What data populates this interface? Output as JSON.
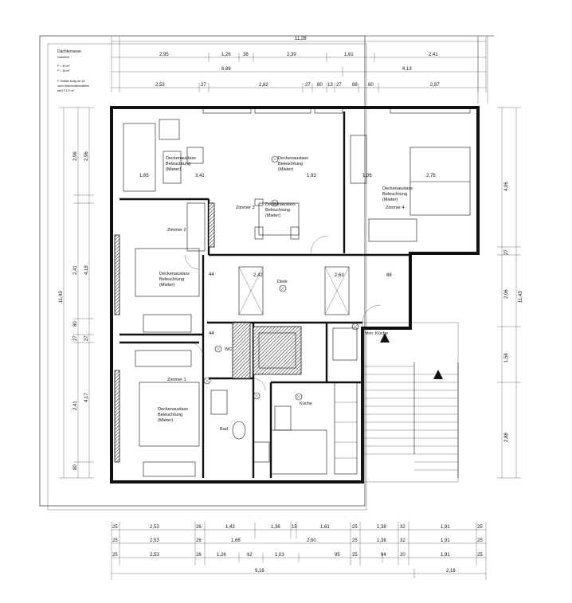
{
  "top_dimensions": {
    "row1": [
      "11,28"
    ],
    "row2": [
      "2,95",
      "1,26",
      "38",
      "2,39",
      "1,61",
      "2,41"
    ],
    "row3": [
      "6,88",
      "4,13"
    ],
    "row4": [
      "2,53",
      "27",
      "2,82",
      "27",
      "80",
      "13",
      "27",
      "88",
      "80",
      "2,87"
    ]
  },
  "left_dimensions": [
    "2,96",
    "2,96",
    "2,41",
    "4,18",
    "80",
    "27",
    "27",
    "4,17",
    "2,41",
    "80",
    "11,43"
  ],
  "right_dimensions": [
    "4,06",
    "27",
    "2,06",
    "1,58",
    "2,88",
    "11,43"
  ],
  "bottom_dimensions": {
    "row1": [
      "25",
      "2,53",
      "26",
      "1,43",
      "1,36",
      "15",
      "1,61",
      "25",
      "1,38",
      "32",
      "1,91",
      "25"
    ],
    "row2": [
      "25",
      "2,53",
      "26",
      "1,66",
      "2,60",
      "25",
      "1,38",
      "32",
      "1,91",
      "25"
    ],
    "row3": [
      "25",
      "2,53",
      "26",
      "1,26",
      "62",
      "1,03",
      "95",
      "25",
      "94",
      "20",
      "1,91",
      "25"
    ],
    "row4": [
      "9,16",
      "2,16"
    ]
  },
  "notes": {
    "terrace_title": "Dachterrasse",
    "terrace_sub": "Holzdiele",
    "terrace_vals": [
      "P = 40 m²",
      "F = 18 m²"
    ],
    "terrace_note": [
      "F Gefälle fertig bei 18",
      "nach Wärmedämmstärke",
      "wird F 1/2 m²"
    ]
  },
  "rooms": [
    {
      "key": "zimmer3",
      "name": "Zimmer 3",
      "light": [
        "Deckenauslass",
        "Beleuchtung",
        "(Mieter)"
      ],
      "dims": [
        "1,65",
        "3,41",
        "1,93"
      ]
    },
    {
      "key": "zimmer4",
      "name": "Zimmer 4",
      "light": [
        "Deckenauslass",
        "Beleuchtung",
        "(Mieter)"
      ],
      "dims": [
        "1,06",
        "2,76"
      ]
    },
    {
      "key": "zimmer2",
      "name": "Zimmer 2",
      "light": [
        "Deckenauslass",
        "Beleuchtung",
        "(Mieter)"
      ],
      "dims": [
        "44"
      ]
    },
    {
      "key": "zimmer1",
      "name": "Zimmer 1",
      "light": [
        "Deckenauslass",
        "Beleuchtung",
        "(Mieter)"
      ],
      "dims": [
        "44"
      ]
    },
    {
      "key": "diele",
      "name": "Diele",
      "light": [],
      "dims": [
        "2,42",
        "2,63",
        "88"
      ]
    },
    {
      "key": "kueche",
      "name": "Küche",
      "light": [],
      "dims": []
    },
    {
      "key": "vorr",
      "name": "Vorr. Küche",
      "light": [],
      "dims": []
    },
    {
      "key": "wc",
      "name": "WC",
      "light": [],
      "dims": []
    },
    {
      "key": "bad",
      "name": "Bad",
      "light": [],
      "dims": []
    }
  ],
  "dining_light": [
    "Deckenauslass",
    "Beleuchtung",
    "(Mieter)"
  ],
  "terrace_right_light": [
    "Deckenauslass",
    "Beleuchtung",
    "(Mieter)"
  ]
}
